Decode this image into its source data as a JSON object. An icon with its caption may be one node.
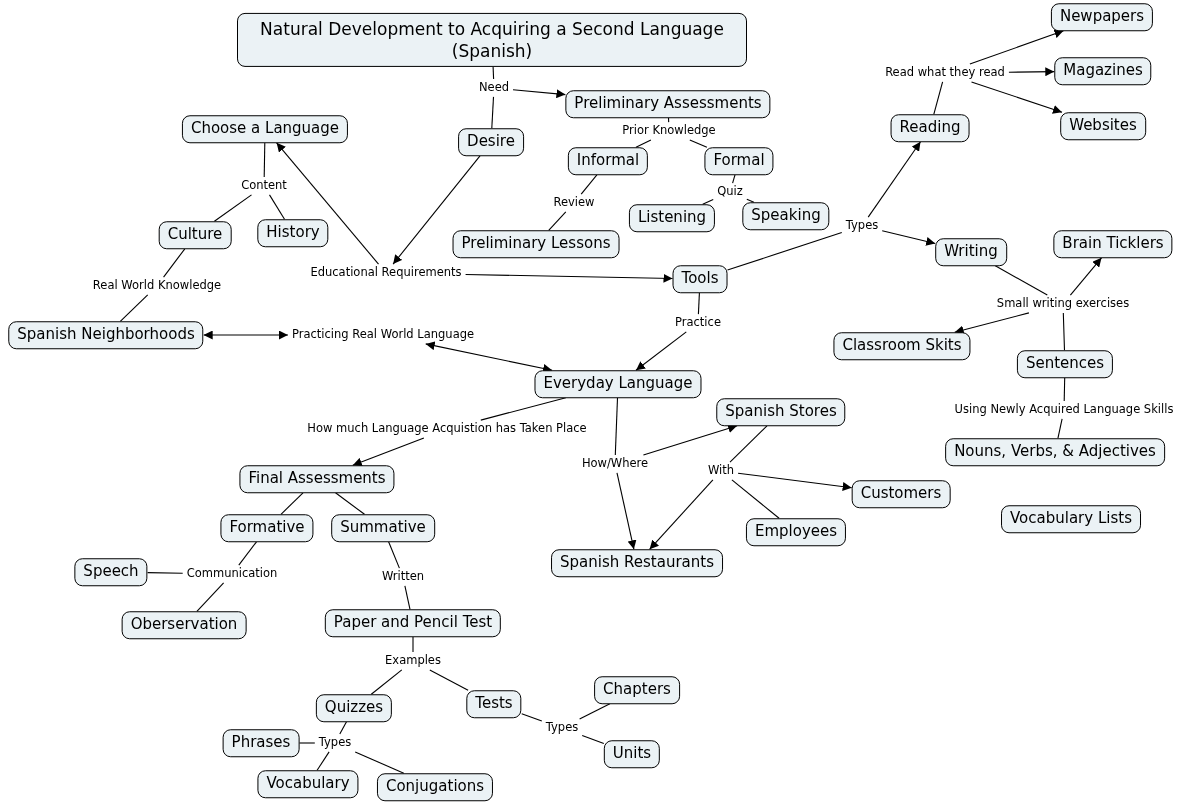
{
  "diagram": {
    "nodes": [
      {
        "text": [
          "Natural Development to Acquiring a Second Language (Spanish)"
        ]
      },
      {
        "text": [
          "Need"
        ]
      },
      {
        "text": [
          "Preliminary Assessments"
        ]
      },
      {
        "text": [
          "Desire"
        ]
      },
      {
        "text": [
          "Choose a Language"
        ]
      },
      {
        "text": [
          "Prior Knowledge"
        ]
      },
      {
        "text": [
          "Informal"
        ]
      },
      {
        "text": [
          "Formal"
        ]
      },
      {
        "text": [
          "Content"
        ]
      },
      {
        "text": [
          "Review"
        ]
      },
      {
        "text": [
          "Quiz"
        ]
      },
      {
        "text": [
          "Culture"
        ]
      },
      {
        "text": [
          "History"
        ]
      },
      {
        "text": [
          "Listening"
        ]
      },
      {
        "text": [
          "Speaking"
        ]
      },
      {
        "text": [
          "Preliminary Lessons"
        ]
      },
      {
        "text": [
          "Types"
        ]
      },
      {
        "text": [
          "Educational Requirements"
        ]
      },
      {
        "text": [
          "Reading"
        ]
      },
      {
        "text": [
          "Read what they read"
        ]
      },
      {
        "text": [
          "Newpapers"
        ]
      },
      {
        "text": [
          "Magazines"
        ]
      },
      {
        "text": [
          "Websites"
        ]
      },
      {
        "text": [
          "Writing"
        ]
      },
      {
        "text": [
          "Brain Ticklers"
        ]
      },
      {
        "text": [
          "Tools"
        ]
      },
      {
        "text": [
          "Real World Knowledge"
        ]
      },
      {
        "text": [
          "Small writing exercises"
        ]
      },
      {
        "text": [
          "Practice"
        ]
      },
      {
        "text": [
          "Spanish Neighborhoods"
        ]
      },
      {
        "text": [
          "Practicing Real World Language"
        ]
      },
      {
        "text": [
          "Classroom Skits"
        ]
      },
      {
        "text": [
          "Sentences"
        ]
      },
      {
        "text": [
          "Everyday Language"
        ]
      },
      {
        "text": [
          "Spanish Stores"
        ]
      },
      {
        "text": [
          "Using Newly Acquired Language Skills"
        ]
      },
      {
        "text": [
          "How much Language Acquistion has Taken Place"
        ]
      },
      {
        "text": [
          "How/Where"
        ]
      },
      {
        "text": [
          "With"
        ]
      },
      {
        "text": [
          "Nouns, Verbs, & Adjectives"
        ]
      },
      {
        "text": [
          "Final Assessments"
        ]
      },
      {
        "text": [
          "Customers"
        ]
      },
      {
        "text": [
          "Vocabulary Lists"
        ]
      },
      {
        "text": [
          "Formative"
        ]
      },
      {
        "text": [
          "Summative"
        ]
      },
      {
        "text": [
          "Employees"
        ]
      },
      {
        "text": [
          "Spanish Restaurants"
        ]
      },
      {
        "text": [
          "Speech"
        ]
      },
      {
        "text": [
          "Communication"
        ]
      },
      {
        "text": [
          "Written"
        ]
      },
      {
        "text": [
          "Oberservation"
        ]
      },
      {
        "text": [
          "Paper and Pencil Test"
        ]
      },
      {
        "text": [
          "Examples"
        ]
      },
      {
        "text": [
          "Chapters"
        ]
      },
      {
        "text": [
          "Quizzes"
        ]
      },
      {
        "text": [
          "Tests"
        ]
      },
      {
        "text": [
          "Types"
        ]
      },
      {
        "text": [
          "Phrases"
        ]
      },
      {
        "text": [
          "Types"
        ]
      },
      {
        "text": [
          "Units"
        ]
      },
      {
        "text": [
          "Vocabulary"
        ]
      },
      {
        "text": [
          "Conjugations"
        ]
      }
    ],
    "edges": [
      {
        "from": 0,
        "to": 1,
        "arrow": "none"
      },
      {
        "from": 1,
        "to": 2,
        "arrow": "to"
      },
      {
        "from": 1,
        "to": 3,
        "arrow": "none"
      },
      {
        "from": 3,
        "to": 17,
        "arrow": "to"
      },
      {
        "from": 17,
        "to": 4,
        "arrow": "to"
      },
      {
        "from": 17,
        "to": 25,
        "arrow": "to"
      },
      {
        "from": 2,
        "to": 5,
        "arrow": "none"
      },
      {
        "from": 5,
        "to": 6,
        "arrow": "none"
      },
      {
        "from": 5,
        "to": 7,
        "arrow": "none"
      },
      {
        "from": 7,
        "to": 10,
        "arrow": "none"
      },
      {
        "from": 10,
        "to": 13,
        "arrow": "none"
      },
      {
        "from": 10,
        "to": 14,
        "arrow": "none"
      },
      {
        "from": 6,
        "to": 9,
        "arrow": "none"
      },
      {
        "from": 9,
        "to": 15,
        "arrow": "none"
      },
      {
        "from": 4,
        "to": 8,
        "arrow": "none"
      },
      {
        "from": 8,
        "to": 11,
        "arrow": "none"
      },
      {
        "from": 8,
        "to": 12,
        "arrow": "none"
      },
      {
        "from": 11,
        "to": 26,
        "arrow": "none"
      },
      {
        "from": 26,
        "to": 29,
        "arrow": "none"
      },
      {
        "from": 29,
        "to": 30,
        "arrow": "both"
      },
      {
        "from": 30,
        "to": 33,
        "arrow": "both"
      },
      {
        "from": 25,
        "to": 16,
        "arrow": "none"
      },
      {
        "from": 16,
        "to": 18,
        "arrow": "to"
      },
      {
        "from": 16,
        "to": 23,
        "arrow": "to"
      },
      {
        "from": 18,
        "to": 19,
        "arrow": "none"
      },
      {
        "from": 19,
        "to": 20,
        "arrow": "to"
      },
      {
        "from": 19,
        "to": 21,
        "arrow": "to"
      },
      {
        "from": 19,
        "to": 22,
        "arrow": "to"
      },
      {
        "from": 23,
        "to": 27,
        "arrow": "none"
      },
      {
        "from": 27,
        "to": 24,
        "arrow": "to"
      },
      {
        "from": 27,
        "to": 31,
        "arrow": "to"
      },
      {
        "from": 32,
        "to": 27,
        "arrow": "none"
      },
      {
        "from": 32,
        "to": 35,
        "arrow": "none"
      },
      {
        "from": 35,
        "to": 39,
        "arrow": "none"
      },
      {
        "from": 25,
        "to": 28,
        "arrow": "none"
      },
      {
        "from": 28,
        "to": 33,
        "arrow": "to"
      },
      {
        "from": 33,
        "to": 36,
        "arrow": "none"
      },
      {
        "from": 36,
        "to": 40,
        "arrow": "to"
      },
      {
        "from": 33,
        "to": 37,
        "arrow": "none"
      },
      {
        "from": 37,
        "to": 34,
        "arrow": "to"
      },
      {
        "from": 37,
        "to": 46,
        "arrow": "to"
      },
      {
        "from": 34,
        "to": 38,
        "arrow": "none"
      },
      {
        "from": 38,
        "to": 41,
        "arrow": "to"
      },
      {
        "from": 38,
        "to": 45,
        "arrow": "none"
      },
      {
        "from": 38,
        "to": 46,
        "arrow": "to"
      },
      {
        "from": 40,
        "to": 43,
        "arrow": "none"
      },
      {
        "from": 40,
        "to": 44,
        "arrow": "none"
      },
      {
        "from": 43,
        "to": 48,
        "arrow": "none"
      },
      {
        "from": 48,
        "to": 47,
        "arrow": "none"
      },
      {
        "from": 48,
        "to": 50,
        "arrow": "none"
      },
      {
        "from": 44,
        "to": 49,
        "arrow": "none"
      },
      {
        "from": 49,
        "to": 51,
        "arrow": "none"
      },
      {
        "from": 51,
        "to": 52,
        "arrow": "none"
      },
      {
        "from": 52,
        "to": 54,
        "arrow": "none"
      },
      {
        "from": 52,
        "to": 55,
        "arrow": "none"
      },
      {
        "from": 55,
        "to": 56,
        "arrow": "none"
      },
      {
        "from": 56,
        "to": 53,
        "arrow": "none"
      },
      {
        "from": 56,
        "to": 59,
        "arrow": "none"
      },
      {
        "from": 54,
        "to": 58,
        "arrow": "none"
      },
      {
        "from": 58,
        "to": 57,
        "arrow": "none"
      },
      {
        "from": 58,
        "to": 60,
        "arrow": "none"
      },
      {
        "from": 58,
        "to": 61,
        "arrow": "none"
      }
    ]
  }
}
